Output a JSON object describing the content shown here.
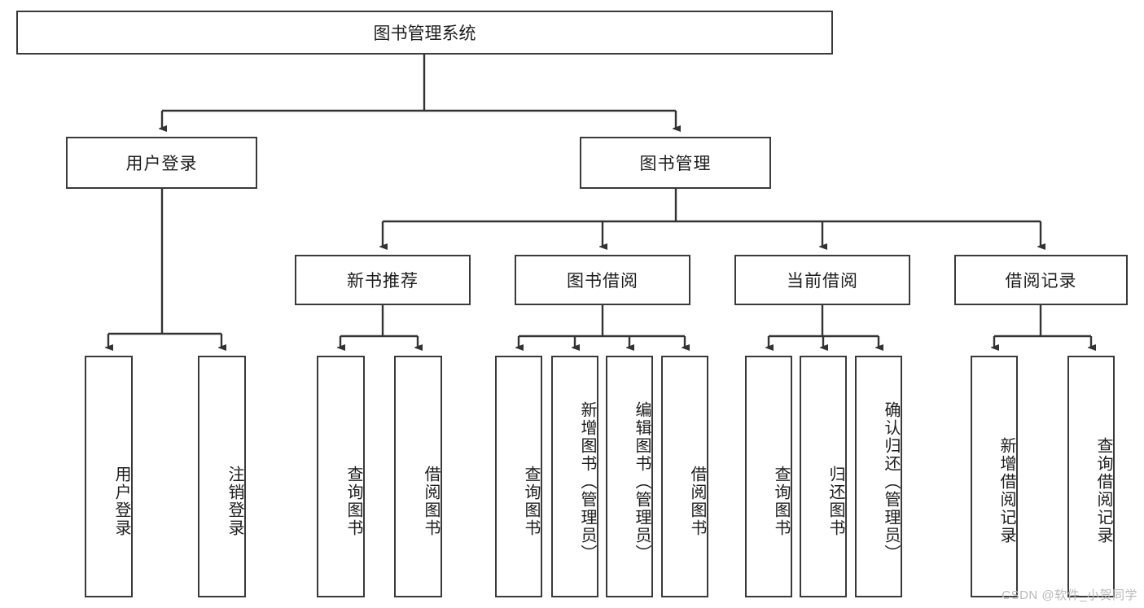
{
  "diagram": {
    "title": "图书管理系统",
    "type": "hierarchy-tree",
    "root": {
      "label": "图书管理系统"
    },
    "level2": [
      {
        "label": "用户登录"
      },
      {
        "label": "图书管理"
      }
    ],
    "level3": [
      {
        "label": "新书推荐"
      },
      {
        "label": "图书借阅"
      },
      {
        "label": "当前借阅"
      },
      {
        "label": "借阅记录"
      }
    ],
    "leaves": {
      "user_login": [
        {
          "label": "用户登录"
        },
        {
          "label": "注销登录"
        }
      ],
      "new_book_recommend": [
        {
          "label": "查询图书"
        },
        {
          "label": "借阅图书"
        }
      ],
      "book_borrow": [
        {
          "label": "查询图书"
        },
        {
          "label": "新增图书（管理员）"
        },
        {
          "label": "编辑图书（管理员）"
        },
        {
          "label": "借阅图书"
        }
      ],
      "current_borrow": [
        {
          "label": "查询图书"
        },
        {
          "label": "归还图书"
        },
        {
          "label": "确认归还（管理员）"
        }
      ],
      "borrow_record": [
        {
          "label": "新增借阅记录"
        },
        {
          "label": "查询借阅记录"
        }
      ]
    }
  },
  "watermark": {
    "text": "CSDN @软件_小贺同学"
  },
  "colors": {
    "box_border": "#3a3a3a",
    "box_fill": "#ffffff",
    "text": "#1d1d1d",
    "connector": "#333333",
    "watermark": "#b9b9b9"
  }
}
